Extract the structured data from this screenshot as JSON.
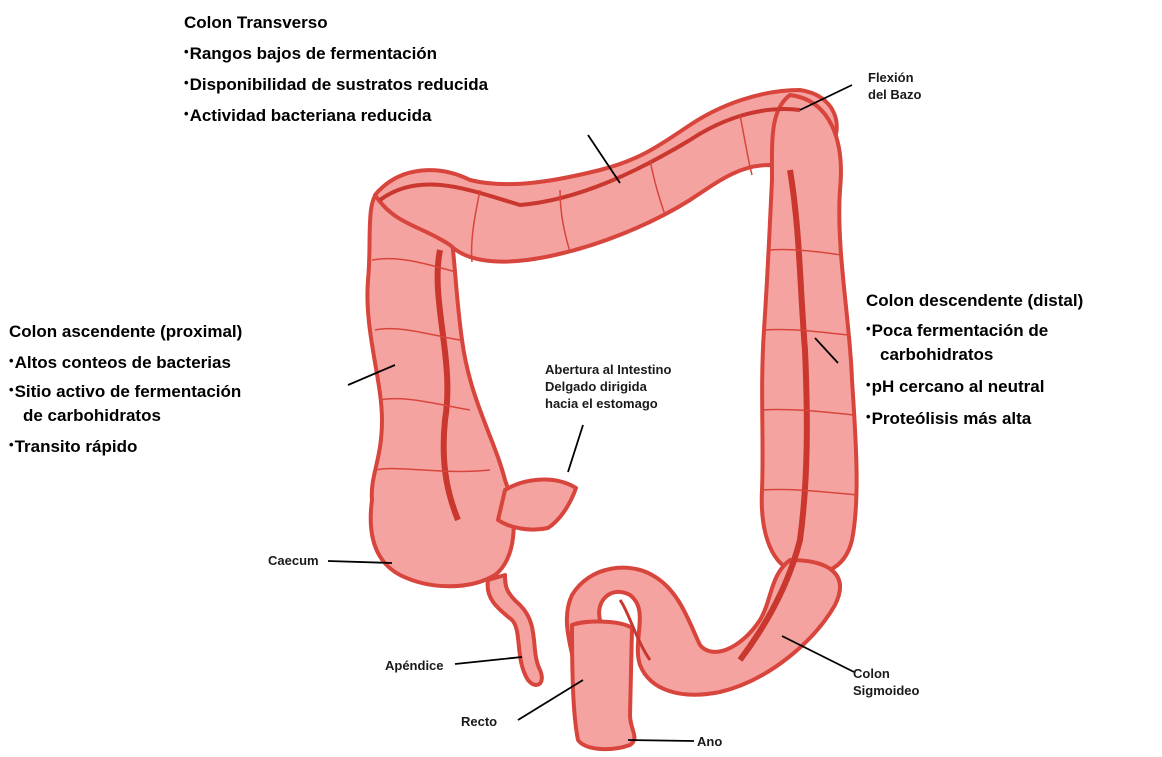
{
  "colors": {
    "organ_fill": "#f5a3a0",
    "organ_outline": "#d8453c",
    "vessel": "#c9372f",
    "text": "#000000",
    "leader": "#000000"
  },
  "transverse": {
    "title": "Colon Transverso",
    "bullet": "•",
    "items": [
      "Rangos bajos de fermentación",
      "Disponibilidad de sustratos reducida",
      "Actividad bacteriana reducida"
    ]
  },
  "ascending": {
    "title": "Colon ascendente (proximal)",
    "bullet": "•",
    "items": [
      "Altos conteos de bacterias",
      "Sitio activo de fermentación",
      "de carbohidratos",
      "Transito rápido"
    ]
  },
  "descending": {
    "title": "Colon descendente (distal)",
    "bullet": "•",
    "items": [
      "Poca fermentación de",
      "carbohidratos",
      "pH cercano al neutral",
      "Proteólisis más alta"
    ]
  },
  "labels": {
    "splenic_flexure": [
      "Flexión",
      "del Bazo"
    ],
    "small_intestine_opening": [
      "Abertura al Intestino",
      "Delgado dirigida",
      "hacia el estomago"
    ],
    "caecum": "Caecum",
    "appendix": "Apéndice",
    "rectum": "Recto",
    "anus": "Ano",
    "sigmoid": [
      "Colon",
      "Sigmoideo"
    ]
  }
}
